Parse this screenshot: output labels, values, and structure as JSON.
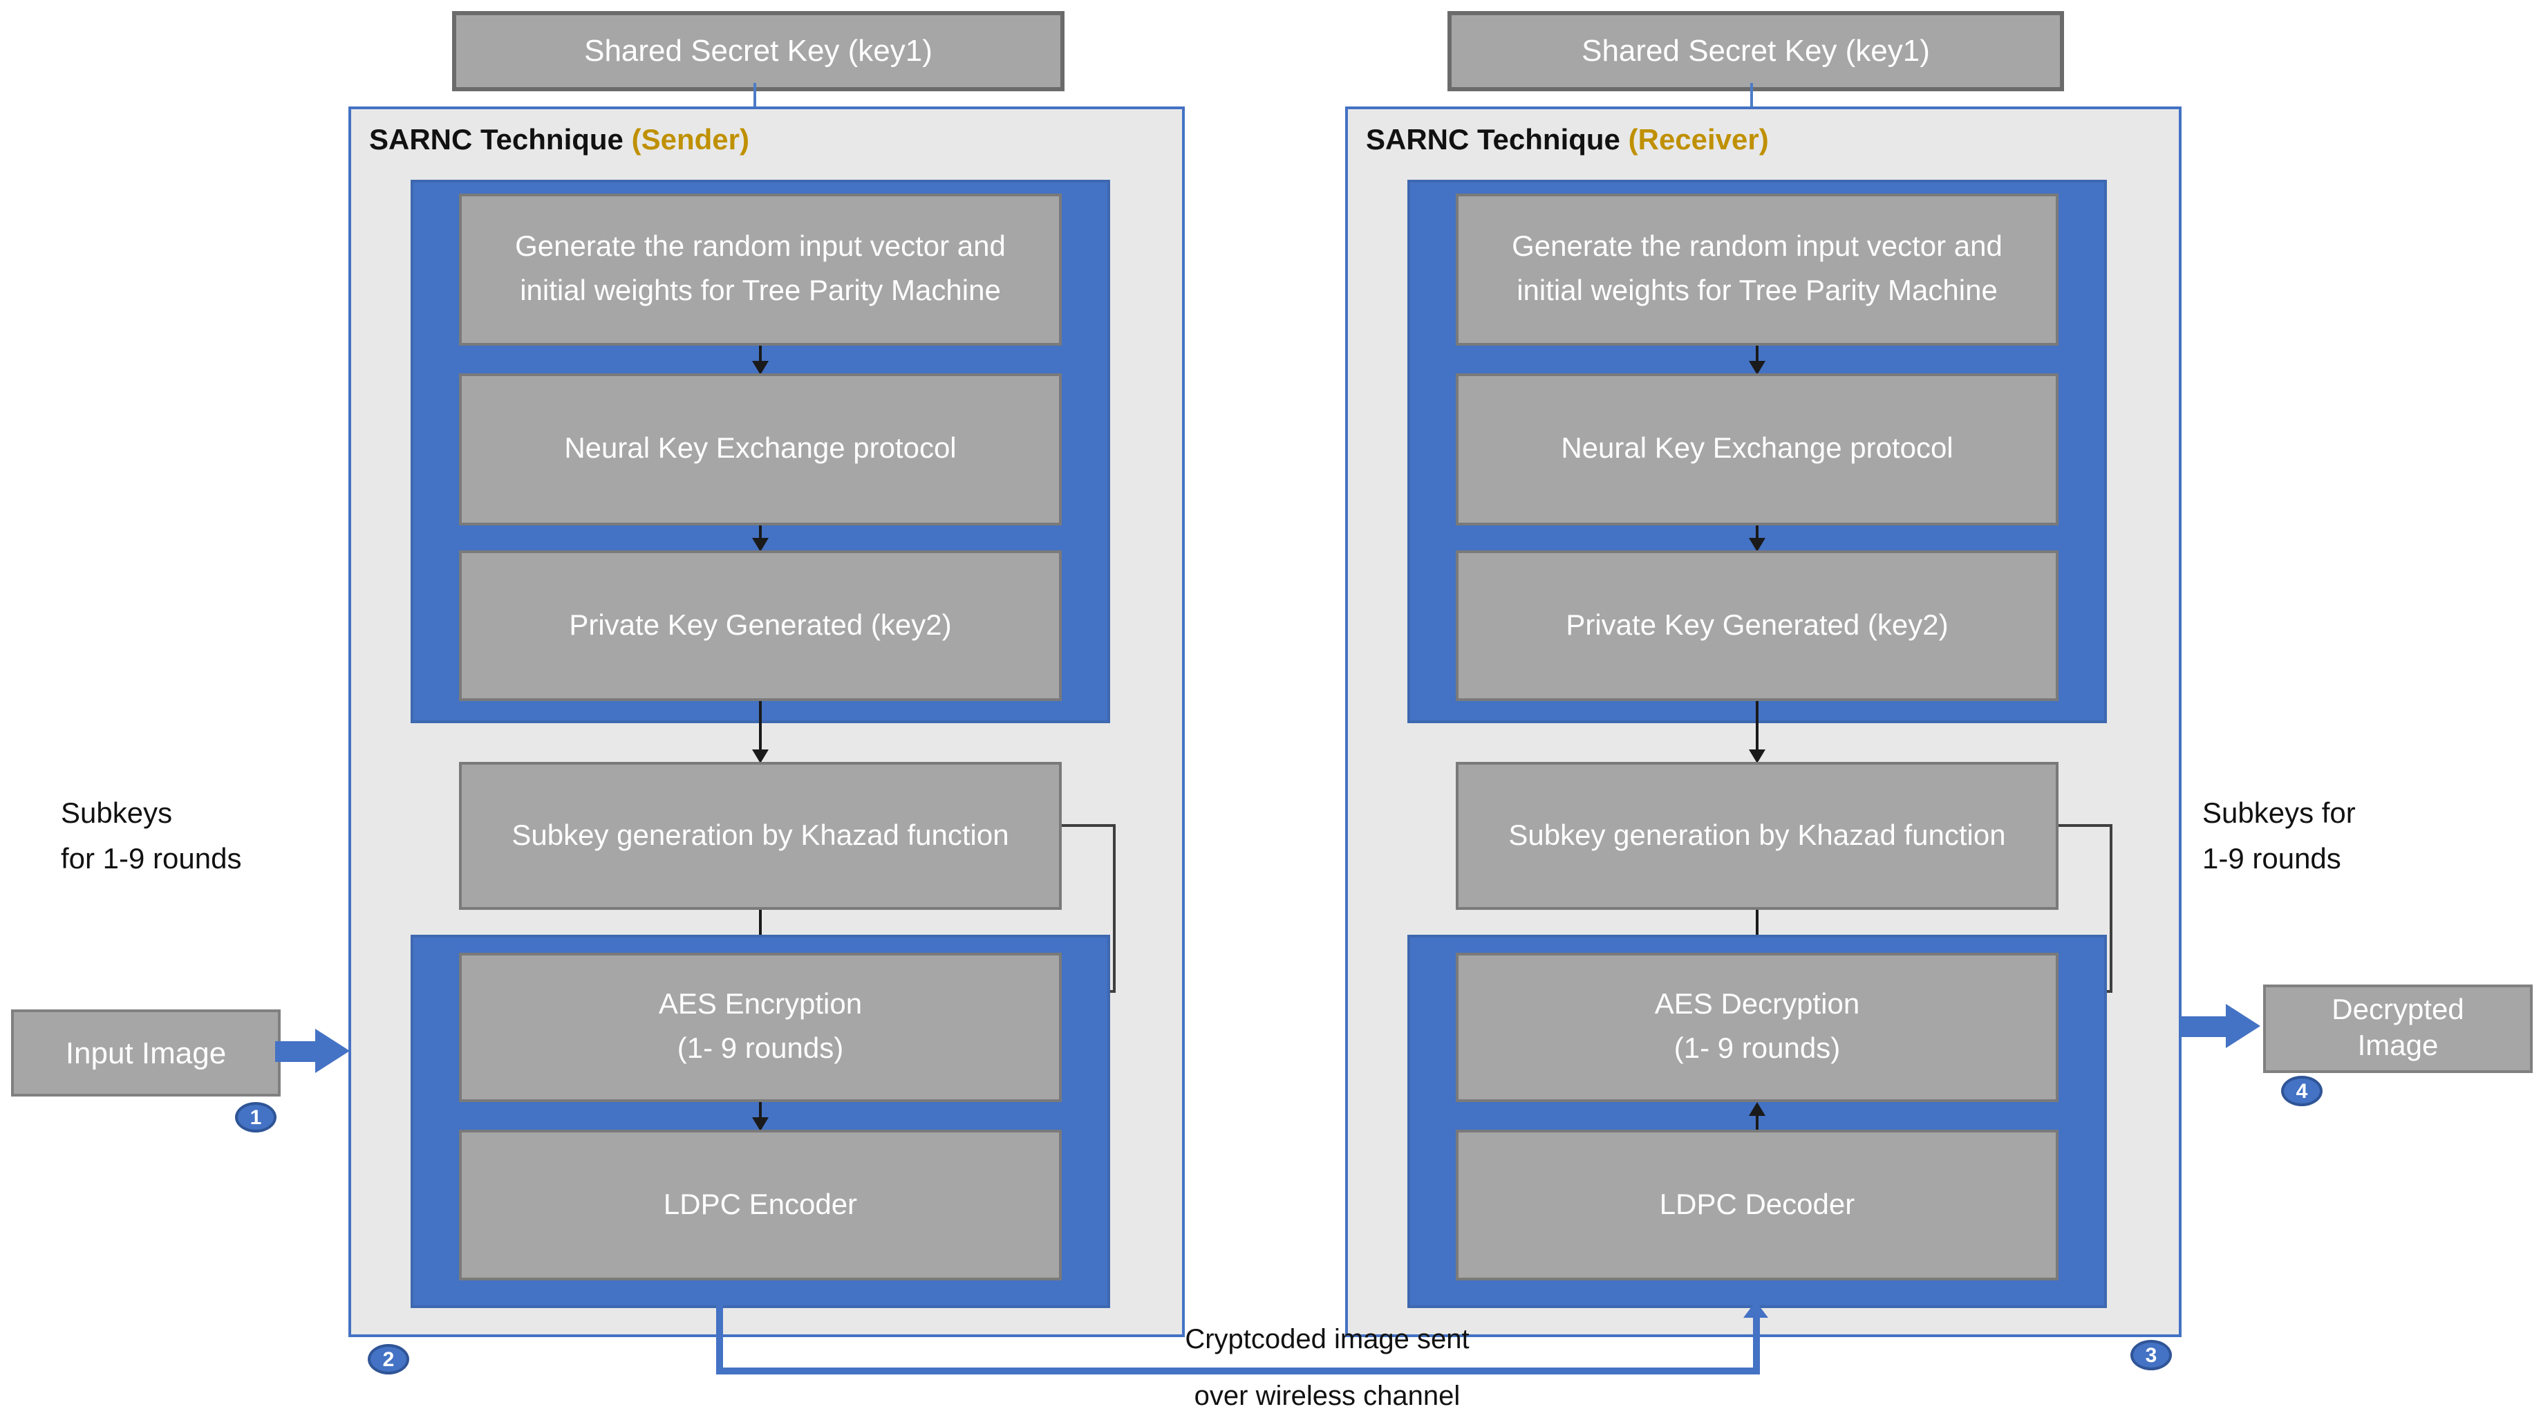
{
  "colors": {
    "accent_blue": "#4472c4",
    "box_gray": "#a6a6a6",
    "panel_gray": "#e8e8e8",
    "gold_role": "#bf9000",
    "arrow_black": "#1a1a1a",
    "badge_blue": "#4472c4"
  },
  "sender": {
    "shared_key_label": "Shared Secret Key (key1)",
    "panel_title": "SARNC Technique",
    "panel_role": "(Sender)",
    "step_tpm": "Generate the random input vector and initial weights for Tree Parity Machine",
    "step_nke": "Neural Key Exchange protocol",
    "step_pk": "Private Key Generated (key2)",
    "step_subkey": "Subkey generation by Khazad function",
    "step_aes_line1": "AES Encryption",
    "step_aes_line2": "(1- 9 rounds)",
    "step_ldpc": "LDPC Encoder",
    "side_label_line1": "Subkeys",
    "side_label_line2": "for 1-9 rounds",
    "input_label": "Input Image",
    "badge_input": "1",
    "badge_panel": "2"
  },
  "receiver": {
    "shared_key_label": "Shared Secret Key (key1)",
    "panel_title": "SARNC Technique",
    "panel_role": "(Receiver)",
    "step_tpm": "Generate the random input vector and initial weights for Tree Parity Machine",
    "step_nke": "Neural Key Exchange protocol",
    "step_pk": "Private Key Generated (key2)",
    "step_subkey": "Subkey generation by Khazad function",
    "step_aes_line1": "AES Decryption",
    "step_aes_line2": "(1- 9 rounds)",
    "step_ldpc": "LDPC Decoder",
    "side_label_line1": "Subkeys for",
    "side_label_line2": "1-9 rounds",
    "output_label_line1": "Decrypted",
    "output_label_line2": "Image",
    "badge_output": "4",
    "badge_panel": "3"
  },
  "channel": {
    "caption_line1": "Cryptcoded image sent",
    "caption_line2": "over wireless channel"
  }
}
